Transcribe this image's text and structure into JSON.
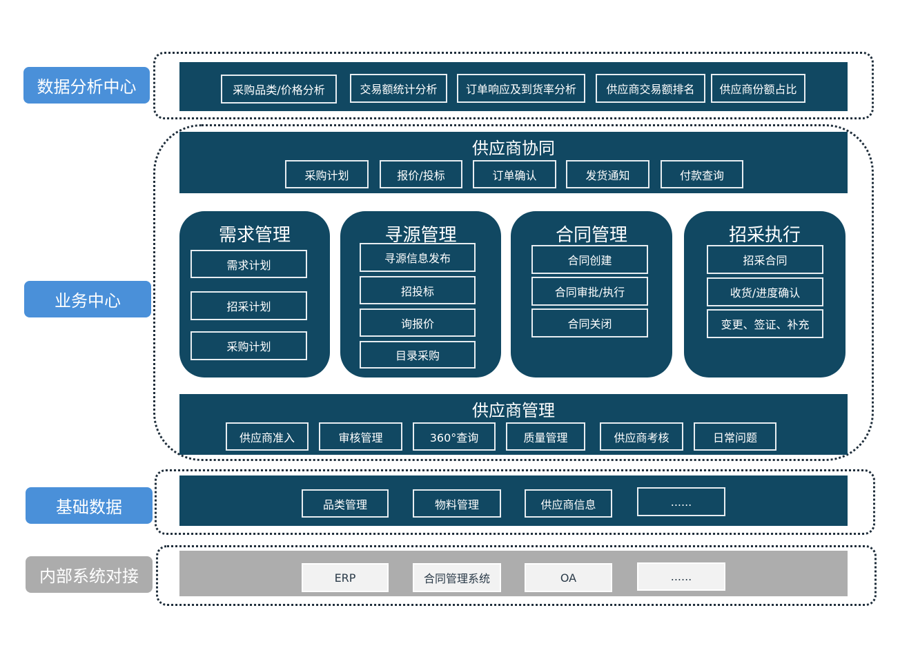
{
  "colors": {
    "dark_band": "#114862",
    "label_blue": "#4a90d9",
    "label_gray": "#acacac",
    "gray_band": "#adadad",
    "light_box": "#f2f2f2"
  },
  "layers": {
    "analytics": {
      "label": "数据分析中心",
      "items": [
        "采购品类/价格分析",
        "交易额统计分析",
        "订单响应及到货率分析",
        "供应商交易额排名",
        "供应商份额占比"
      ]
    },
    "business": {
      "label": "业务中心",
      "collaboration": {
        "title": "供应商协同",
        "items": [
          "采购计划",
          "报价/投标",
          "订单确认",
          "发货通知",
          "付款查询"
        ]
      },
      "modules": [
        {
          "title": "需求管理",
          "items": [
            "需求计划",
            "招采计划",
            "采购计划"
          ]
        },
        {
          "title": "寻源管理",
          "items": [
            "寻源信息发布",
            "招投标",
            "询报价",
            "目录采购"
          ]
        },
        {
          "title": "合同管理",
          "items": [
            "合同创建",
            "合同审批/执行",
            "合同关闭"
          ]
        },
        {
          "title": "招采执行",
          "items": [
            "招采合同",
            "收货/进度确认",
            "变更、签证、补充"
          ]
        }
      ],
      "supplier_management": {
        "title": "供应商管理",
        "items": [
          "供应商准入",
          "审核管理",
          "360°查询",
          "质量管理",
          "供应商考核",
          "日常问题"
        ]
      }
    },
    "master_data": {
      "label": "基础数据",
      "items": [
        "品类管理",
        "物料管理",
        "供应商信息",
        "......"
      ]
    },
    "integration": {
      "label": "内部系统对接",
      "items": [
        "ERP",
        "合同管理系统",
        "OA",
        "......"
      ]
    }
  }
}
